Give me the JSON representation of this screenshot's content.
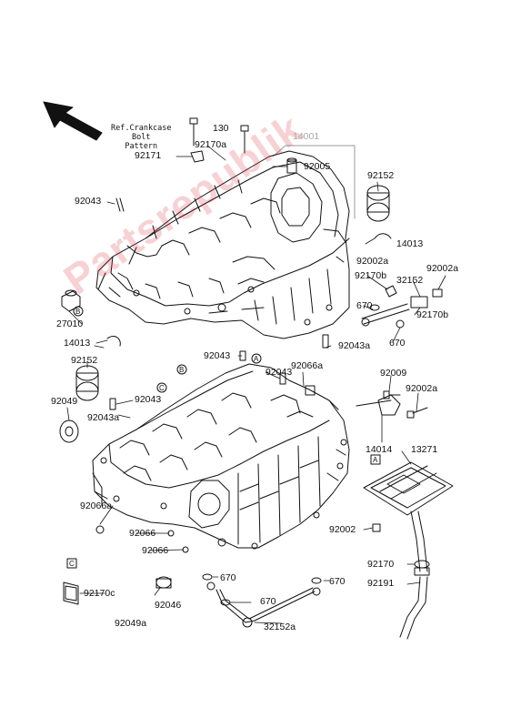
{
  "diagram": {
    "ref_note": [
      "Ref.Crankcase",
      "Bolt",
      "Pattern"
    ],
    "assembly_label": "14001",
    "callouts": {
      "A": "A",
      "B": "B",
      "C": "C"
    },
    "parts": {
      "p130": "130",
      "p92171": "92171",
      "p92170a": "92170a",
      "p92005": "92005",
      "p92152_top": "92152",
      "p92043_top": "92043",
      "p14013_right": "14013",
      "p92002a_1": "92002a",
      "p92170b_1": "92170b",
      "p32152": "32152",
      "p92002a_2": "92002a",
      "p670_1": "670",
      "p92170b_2": "92170b",
      "p27010": "27010",
      "p92043a_1": "92043a",
      "p670_2": "670",
      "p14013_left": "14013",
      "p92152_left": "92152",
      "p92043_2": "92043",
      "p92043_3": "92043",
      "p92066a_1": "92066a",
      "p92009": "92009",
      "p92049": "92049",
      "p92043_4": "92043",
      "p92002a_3": "92002a",
      "p92043a_2": "92043a",
      "p14014": "14014",
      "p13271": "13271",
      "p92066a_2": "92066a",
      "p92066_1": "92066",
      "p92066_2": "92066",
      "p92002": "92002",
      "p92170": "92170",
      "p670_3": "670",
      "p670_4": "670",
      "p92170c": "92170c",
      "p92046": "92046",
      "p670_5": "670",
      "p92191": "92191",
      "p92049a": "92049a",
      "p32152a": "32152a"
    },
    "watermark": "Partsrepublik"
  }
}
